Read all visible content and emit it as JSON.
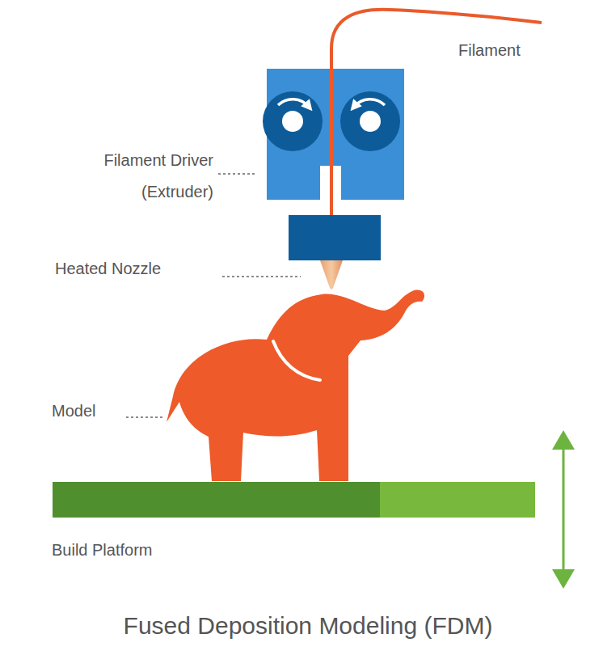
{
  "diagram": {
    "title": "Fused Deposition Modeling (FDM)",
    "labels": [
      "Filament",
      "Filament Driver (Extruder)",
      "Heated Nozzle",
      "Model",
      "Build Platform"
    ]
  }
}
